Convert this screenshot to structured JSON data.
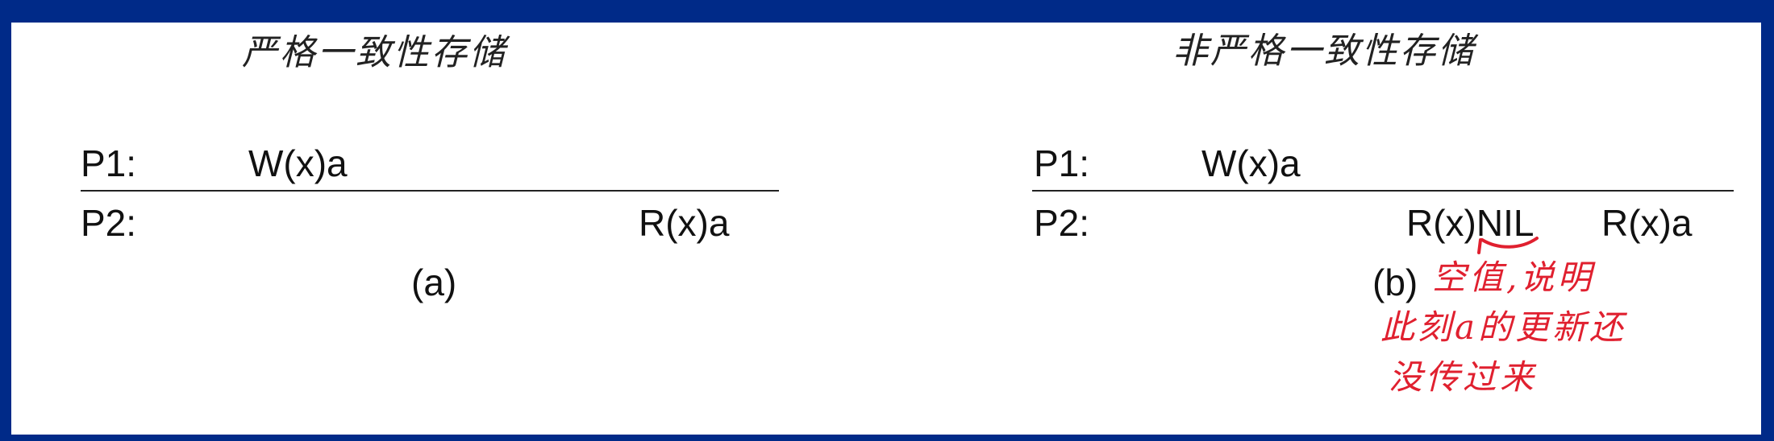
{
  "left_panel": {
    "heading": "严格一致性存储",
    "p1_label": "P1:",
    "p1_op": "W(x)a",
    "p2_label": "P2:",
    "p2_op": "R(x)a",
    "caption": "(a)"
  },
  "right_panel": {
    "heading": "非严格一致性存储",
    "p1_label": "P1:",
    "p1_op": "W(x)a",
    "p2_label": "P2:",
    "p2_op1": "R(x)NIL",
    "p2_op2": "R(x)a",
    "caption": "(b)",
    "annotation_lines": [
      "空值,说明",
      "此刻a的更新还",
      "没传过来"
    ]
  },
  "colors": {
    "background": "#002a88",
    "panel": "#ffffff",
    "text": "#111111",
    "annotation": "#e0202f"
  }
}
